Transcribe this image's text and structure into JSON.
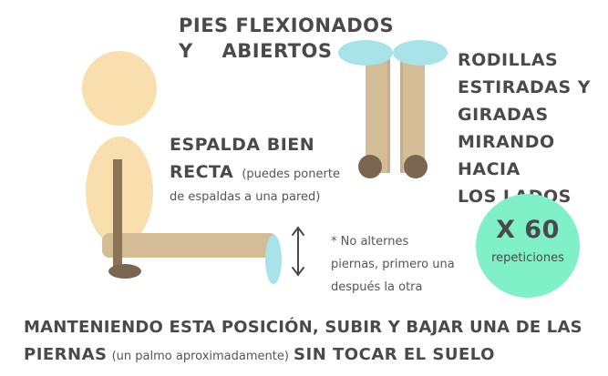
{
  "illustration": {
    "colors": {
      "skin": "#f9deae",
      "leg": "#d4bc96",
      "leg_side": "#c6ae8b",
      "foot": "#a8e3ea",
      "knee": "#7a6550",
      "spine": "#8b7454",
      "badge": "#7ff0c8",
      "text": "#4a4a4a"
    },
    "icons": [
      "up-down-arrow-icon"
    ]
  },
  "labels": {
    "feet_line1": "PIES FLEXIONADOS",
    "feet_line2a": "Y",
    "feet_line2b": "ABIERTOS",
    "knees_lines": [
      "RODILLAS",
      "ESTIRADAS Y",
      "GIRADAS",
      "MIRANDO HACIA",
      "LOS LADOS"
    ],
    "back_line1": "ESPALDA BIEN",
    "back_line2": "RECTA",
    "back_note_a": "(puedes ponerte",
    "back_note_b": "de espaldas a una pared)",
    "note_lines": [
      "* No alternes",
      "piernas, primero una",
      "después la  otra"
    ],
    "reps": "X 60",
    "reps_unit": "repeticiones",
    "instruction_line1": "MANTENIENDO ESTA POSICIÓN, SUBIR Y BAJAR UNA DE LAS",
    "instruction_line2a": "PIERNAS",
    "instruction_line2b": "(un palmo aproximadamente)",
    "instruction_line2c": "SIN TOCAR EL SUELO"
  }
}
